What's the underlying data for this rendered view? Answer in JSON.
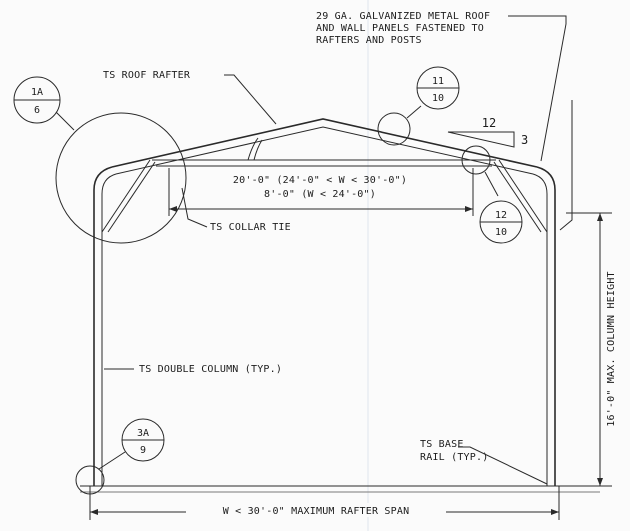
{
  "notes": {
    "roof_panels": [
      "29 GA. GALVANIZED METAL ROOF",
      "AND WALL PANELS FASTENED TO",
      "RAFTERS AND POSTS"
    ],
    "roof_rafter": "TS ROOF RAFTER",
    "collar_dim_line1": "20'-0\" (24'-0\" < W < 30'-0\")",
    "collar_dim_line2": "8'-0\" (W < 24'-0\")",
    "collar_tie": "TS COLLAR TIE",
    "double_column": "TS DOUBLE COLUMN (TYP.)",
    "base_rail_line1": "TS BASE",
    "base_rail_line2": "RAIL (TYP.)",
    "column_height": "16'-0\" MAX. COLUMN HEIGHT",
    "rafter_span": "W < 30'-0\" MAXIMUM RAFTER SPAN"
  },
  "slope": {
    "rise": "3",
    "run": "12"
  },
  "bubbles": {
    "b1": {
      "top": "1A",
      "bottom": "6"
    },
    "b2": {
      "top": "11",
      "bottom": "10"
    },
    "b3": {
      "top": "12",
      "bottom": "10"
    },
    "b4": {
      "top": "3A",
      "bottom": "9"
    }
  }
}
